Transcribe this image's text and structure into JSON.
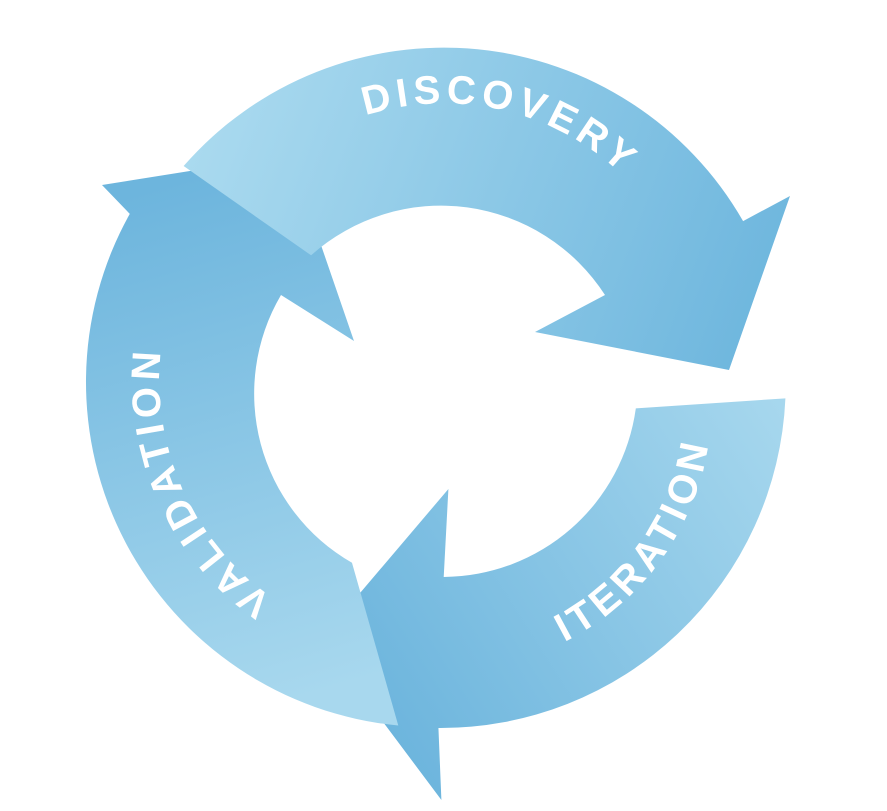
{
  "diagram": {
    "stages": [
      {
        "label": "DISCOVERY"
      },
      {
        "label": "ITERATION"
      },
      {
        "label": "VALIDATION"
      }
    ],
    "colors": {
      "background": "#ffffff",
      "arrow_light": "#a8d8ee",
      "arrow_dark": "#6fb6dd",
      "text": "#ffffff"
    }
  }
}
